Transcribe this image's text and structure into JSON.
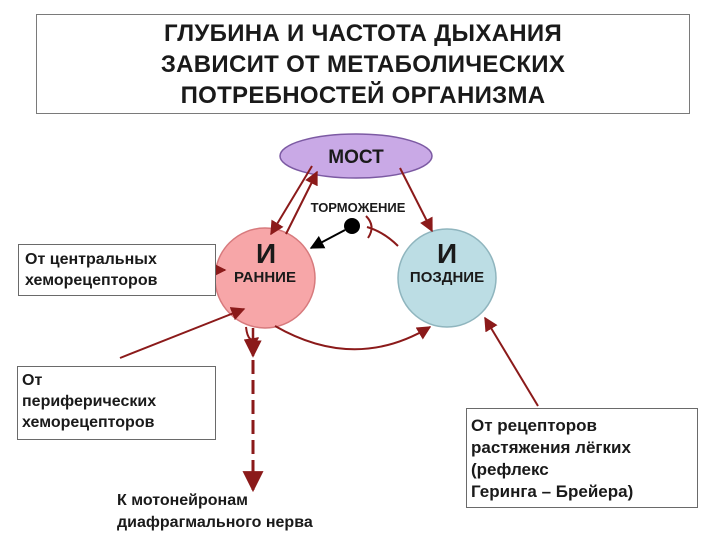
{
  "title": "ГЛУБИНА И ЧАСТОТА ДЫХАНИЯ\nЗАВИСИТ ОТ МЕТАБОЛИЧЕСКИХ\nПОТРЕБНОСТЕЙ ОРГАНИЗМА",
  "nodes": {
    "pons": "МОСТ",
    "early_letter": "И",
    "early_label": "РАННИЕ",
    "late_letter": "И",
    "late_label": "ПОЗДНИЕ",
    "inhibition": "ТОРМОЖЕНИЕ"
  },
  "inputs": {
    "central": "От центральных\nхеморецепторов",
    "peripheral": "От\nпериферических\nхеморецепторов",
    "stretch": "От рецепторов\nрастяжения лёгких\n       (рефлекс\nГеринга – Брейера)"
  },
  "output": "К мотонейронам\nдиафрагмального нерва",
  "colors": {
    "pons_fill": "#c9a9e6",
    "early_fill": "#f7a6a8",
    "late_fill": "#bcdde4",
    "arrow": "#8b1a1a",
    "neuron": "#000000"
  }
}
